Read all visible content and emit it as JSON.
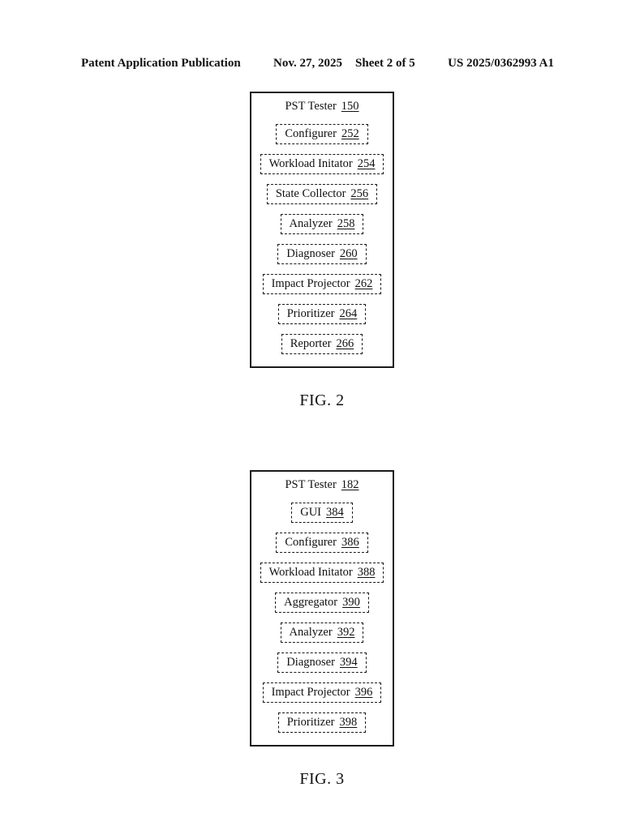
{
  "header": {
    "left": "Patent Application Publication",
    "date": "Nov. 27, 2025",
    "sheet": "Sheet 2 of 5",
    "right": "US 2025/0362993 A1"
  },
  "figures": [
    {
      "caption": "FIG. 2",
      "box_title": "PST Tester",
      "box_ref": "150",
      "components": [
        {
          "label": "Configurer",
          "ref": "252"
        },
        {
          "label": "Workload Initator",
          "ref": "254"
        },
        {
          "label": "State Collector",
          "ref": "256"
        },
        {
          "label": "Analyzer",
          "ref": "258"
        },
        {
          "label": "Diagnoser",
          "ref": "260"
        },
        {
          "label": "Impact Projector",
          "ref": "262"
        },
        {
          "label": "Prioritizer",
          "ref": "264"
        },
        {
          "label": "Reporter",
          "ref": "266"
        }
      ]
    },
    {
      "caption": "FIG. 3",
      "box_title": "PST Tester",
      "box_ref": "182",
      "components": [
        {
          "label": "GUI",
          "ref": "384"
        },
        {
          "label": "Configurer",
          "ref": "386"
        },
        {
          "label": "Workload Initator",
          "ref": "388"
        },
        {
          "label": "Aggregator",
          "ref": "390"
        },
        {
          "label": "Analyzer",
          "ref": "392"
        },
        {
          "label": "Diagnoser",
          "ref": "394"
        },
        {
          "label": "Impact Projector",
          "ref": "396"
        },
        {
          "label": "Prioritizer",
          "ref": "398"
        }
      ]
    }
  ]
}
